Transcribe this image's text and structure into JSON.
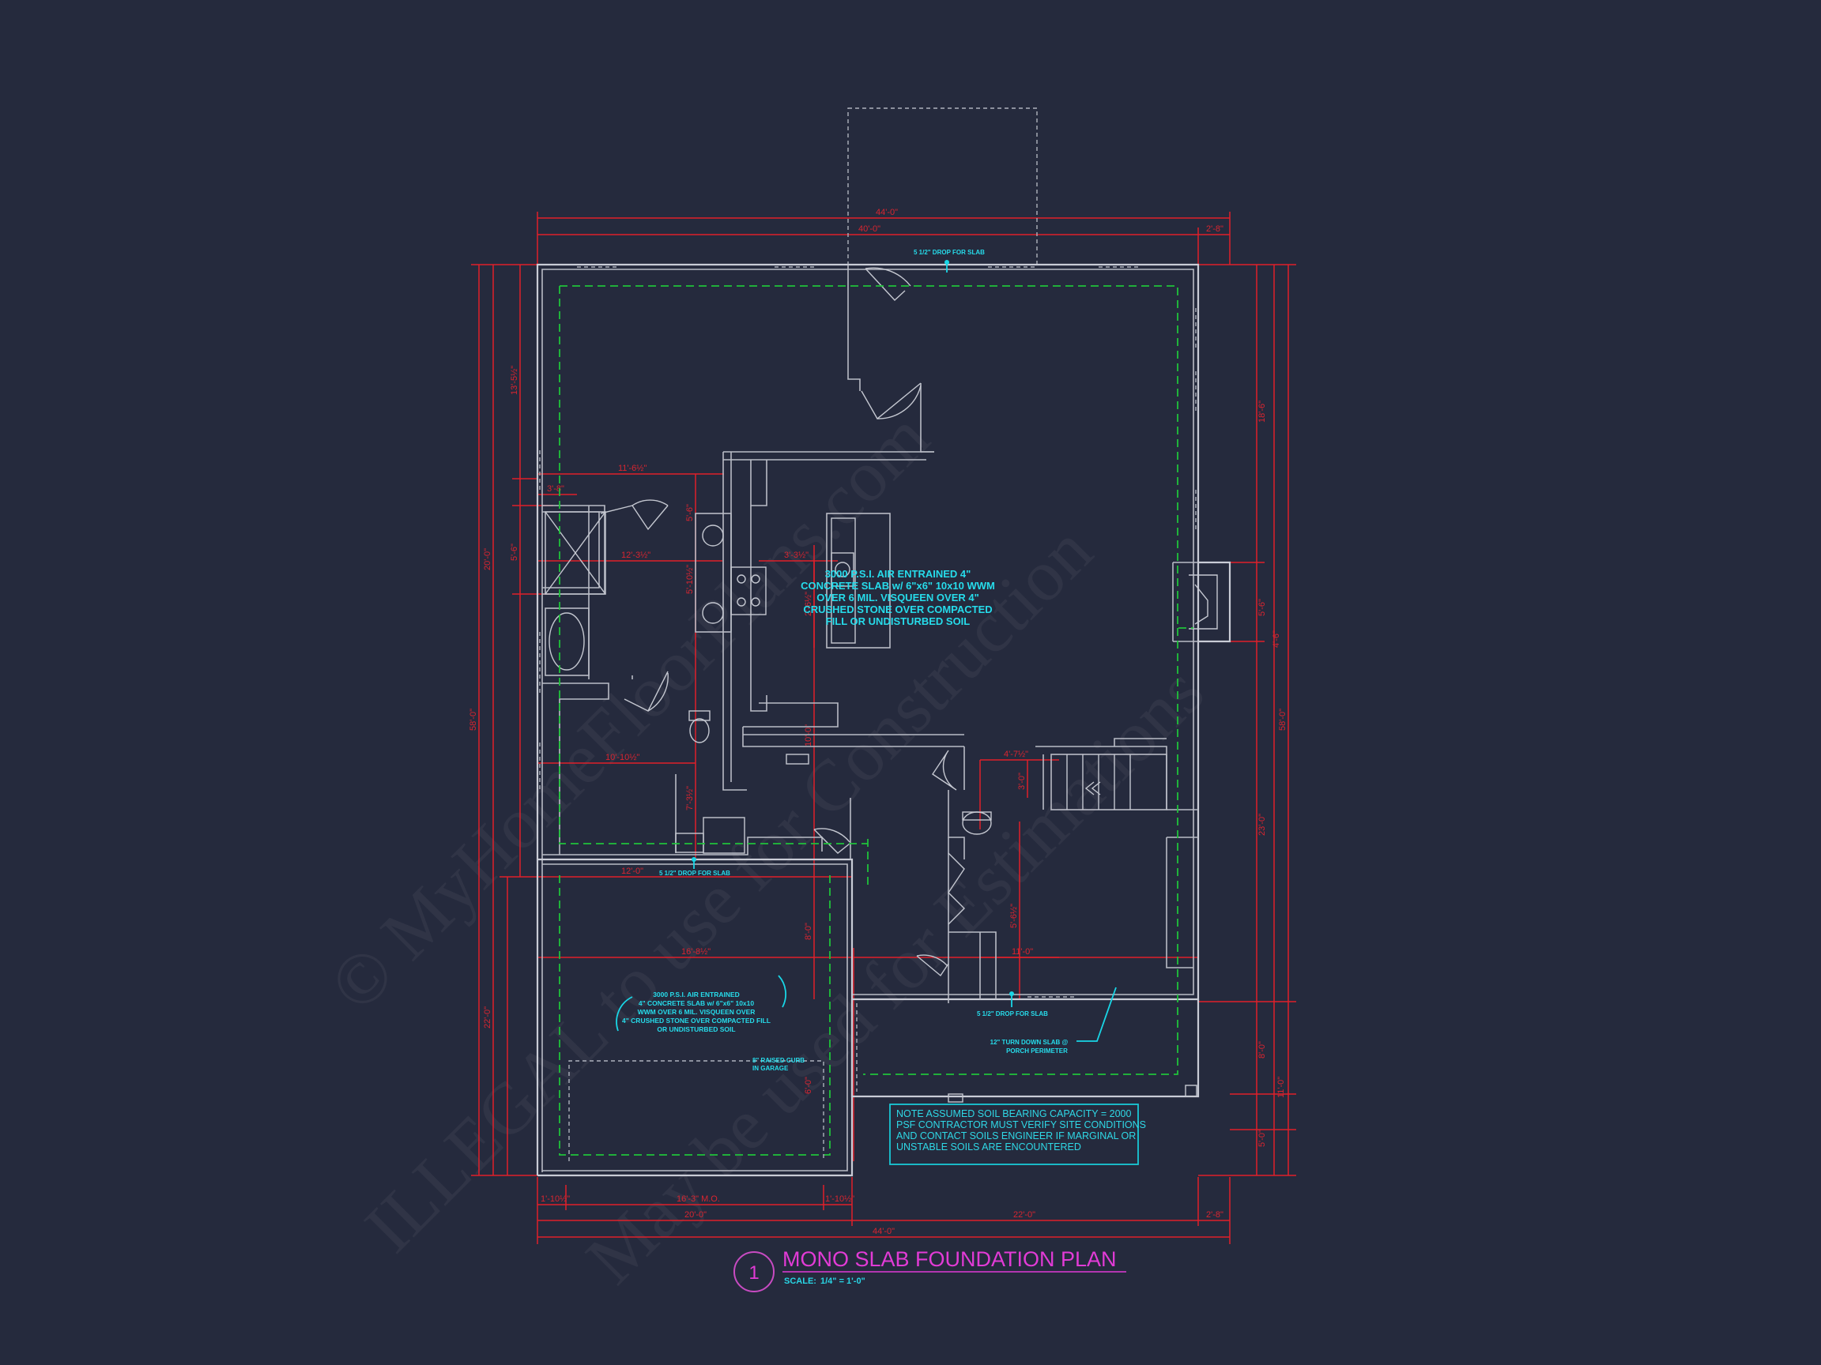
{
  "watermark": {
    "line1": "© MyHomeFloorPlans.com",
    "line2": "ILLEGAL to use for Construction",
    "line3": "May be used for Estimations"
  },
  "dimensions": {
    "top_overall": "44'-0\"",
    "top_main": "40'-0\"",
    "top_right": "2'-8\"",
    "bottom_left_1": "1'-10½\"",
    "bottom_left_2": "16'-3\" M.O.",
    "bottom_left_3": "1'-10½\"",
    "bottom_garage": "20'-0\"",
    "bottom_right": "22'-0\"",
    "bottom_right_small": "2'-8\"",
    "bottom_overall": "44'-0\"",
    "left_1": "13'-5½\"",
    "left_2": "5'-6\"",
    "left_3": "20'-0\"",
    "left_overall": "58'-0\"",
    "left_garage": "22'-0\"",
    "right_1": "18'-6\"",
    "right_2": "5'-6\"",
    "right_3": "4'-6\"",
    "right_overall": "58'-0\"",
    "right_4": "23'-0\"",
    "right_5": "8'-0\"",
    "right_6": "11'-0\"",
    "right_7": "5'-0\"",
    "int_1": "11'-6½\"",
    "int_2": "3'-8\"",
    "int_3": "12'-3½\"",
    "int_4": "3'-3½\"",
    "int_5": "5'-6\"",
    "int_6": "5'-10½\"",
    "int_7": "2'-6½\"",
    "int_8": "10'-10½\"",
    "int_9": "7'-3½\"",
    "int_10": "12'-0\"",
    "int_11": "16'-8½\"",
    "int_12": "4'-7½\"",
    "int_13": "11'-0\"",
    "int_14": "5'-6½\"",
    "int_15": "8'-0\"",
    "int_16": "10'-0\"",
    "int_17": "3'-0\"",
    "int_18": "6'-0\""
  },
  "notes": {
    "drop_top": "5 1/2\" DROP FOR SLAB",
    "drop_mid": "5 1/2\" DROP FOR SLAB",
    "drop_porch": "5 1/2\" DROP FOR SLAB",
    "main_slab": [
      "3000 P.S.I. AIR ENTRAINED 4\"",
      "CONCRETE SLAB w/ 6\"x6\" 10x10 WWM",
      "OVER 6 MIL. VISQUEEN OVER 4\"",
      "CRUSHED STONE OVER COMPACTED",
      "FILL OR UNDISTURBED SOIL"
    ],
    "garage_slab": [
      "3000 P.S.I. AIR ENTRAINED",
      "4\" CONCRETE SLAB w/ 6\"x6\" 10x10",
      "WWM OVER 6 MIL. VISQUEEN OVER",
      "4\" CRUSHED STONE OVER COMPACTED FILL",
      "OR UNDISTURBED SOIL"
    ],
    "curb": [
      "8\" RAISED CURB",
      "IN GARAGE"
    ],
    "turn_down": [
      "12\" TURN DOWN SLAB @",
      "PORCH PERIMETER"
    ],
    "soil": [
      "NOTE ASSUMED SOIL BEARING CAPACITY = 2000",
      "PSF CONTRACTOR MUST VERIFY SITE CONDITIONS",
      "AND CONTACT SOILS ENGINEER IF MARGINAL OR",
      "UNSTABLE SOILS ARE ENCOUNTERED"
    ]
  },
  "title_block": {
    "number": "1",
    "title": "MONO SLAB FOUNDATION PLAN",
    "scale_label": "SCALE:",
    "scale_value": "1/4\" = 1'-0\""
  },
  "colors": {
    "background": "#252a3d",
    "walls": "#c9ccd6",
    "dimensions": "#e0202a",
    "notes": "#26dceb",
    "slab_edge": "#1fc23a",
    "title": "#e23bd6"
  }
}
